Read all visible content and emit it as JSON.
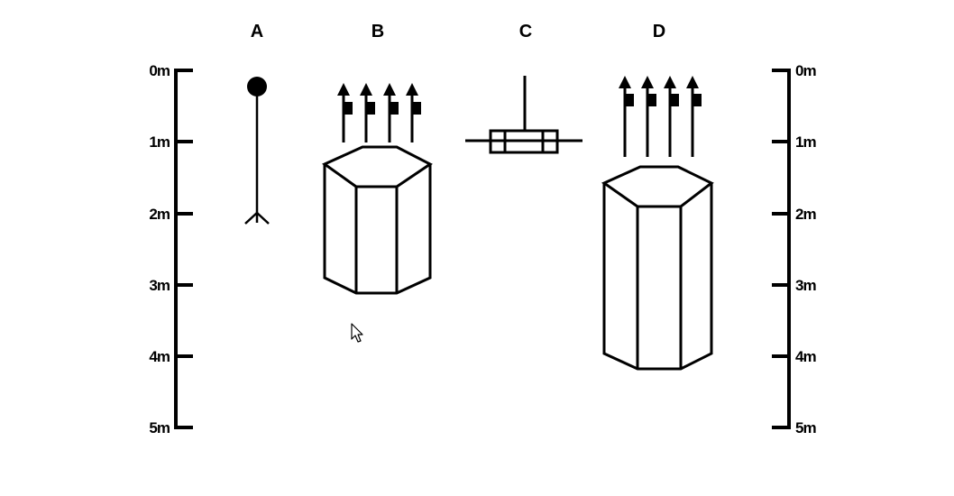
{
  "columns": [
    "A",
    "B",
    "C",
    "D"
  ],
  "depth_scale": {
    "left_ticks": [
      "0m",
      "1m",
      "2m",
      "3m",
      "4m",
      "5m"
    ],
    "right_ticks": [
      "0m",
      "1m",
      "2m",
      "3m",
      "4m",
      "5m"
    ]
  },
  "colors": {
    "ink": "#000000",
    "background": "#ffffff"
  },
  "icons": {
    "cursor": "mouse-pointer-icon"
  }
}
